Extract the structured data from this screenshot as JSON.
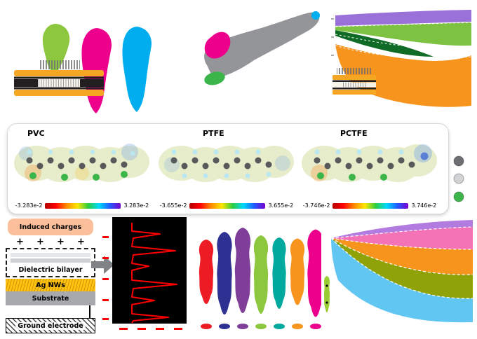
{
  "panel_a": {
    "violin_colors": [
      "#8dc63f",
      "#ec008c",
      "#00aeef"
    ],
    "device": {
      "gold": "#f5a623",
      "dark": "#231f20",
      "light": "#f7f3e8"
    }
  },
  "panel_b": {
    "blobs": {
      "gray": "#939598",
      "magenta": "#ec008c",
      "green": "#39b54a",
      "cyan_dot": "#00aeef"
    }
  },
  "panel_c": {
    "areas": {
      "purple": "#9a71d8",
      "light_green": "#7ec242",
      "dark_green": "#0f6b25",
      "orange": "#f7941d"
    },
    "device": {
      "gold": "#f5a623",
      "dark": "#231f20",
      "light": "#f7f3e8"
    }
  },
  "panel_d": {
    "molecules": [
      {
        "name": "PVC",
        "scale_min": "-3.283e-2",
        "scale_max": "3.283e-2"
      },
      {
        "name": "PTFE",
        "scale_min": "-3.655e-2",
        "scale_max": "3.655e-2"
      },
      {
        "name": "PCTFE",
        "scale_min": "-3.746e-2",
        "scale_max": "3.746e-2"
      }
    ],
    "surface_color": "#e6edc8",
    "atom_colors": {
      "carbon": "#58595b",
      "halogen_light": "#b9e8f0",
      "chlorine": "#3cb54a",
      "nitrogen": "#5b7fd4"
    },
    "atom_legend_colors": [
      "#6d6e71",
      "#d1d3d4",
      "#3cb54a"
    ],
    "colorbar_gradient": [
      "#b30000",
      "#ff0000",
      "#ff8a00",
      "#ffe600",
      "#2ecc40",
      "#00d9ff",
      "#1f5bff",
      "#7a00cc"
    ]
  },
  "panel_e": {
    "induced_charges": "Induced charges",
    "plus_signs": "+    +    +    +",
    "dielectric": "Dielectric bilayer",
    "ag_nws": "Ag NWs",
    "substrate": "Substrate",
    "ground": "Ground electrode",
    "colors": {
      "peach": "#fbbf9b",
      "gold": "#ffc20e",
      "gray": "#a7a9ac"
    }
  },
  "panel_f": {
    "background": "#000000",
    "trace_color": "#ff0000"
  },
  "panel_g": {
    "violin_colors": [
      "#ed1c24",
      "#2e3192",
      "#7f3f98",
      "#8dc63f",
      "#00a99d",
      "#f7941d",
      "#ec008c"
    ]
  },
  "panel_h": {
    "areas": {
      "violet": "#b27be0",
      "pink": "#f472b6",
      "orange": "#f7941d",
      "olive": "#8fa309",
      "blue": "#62c6f2"
    },
    "inset_violin": "#9acd32"
  }
}
